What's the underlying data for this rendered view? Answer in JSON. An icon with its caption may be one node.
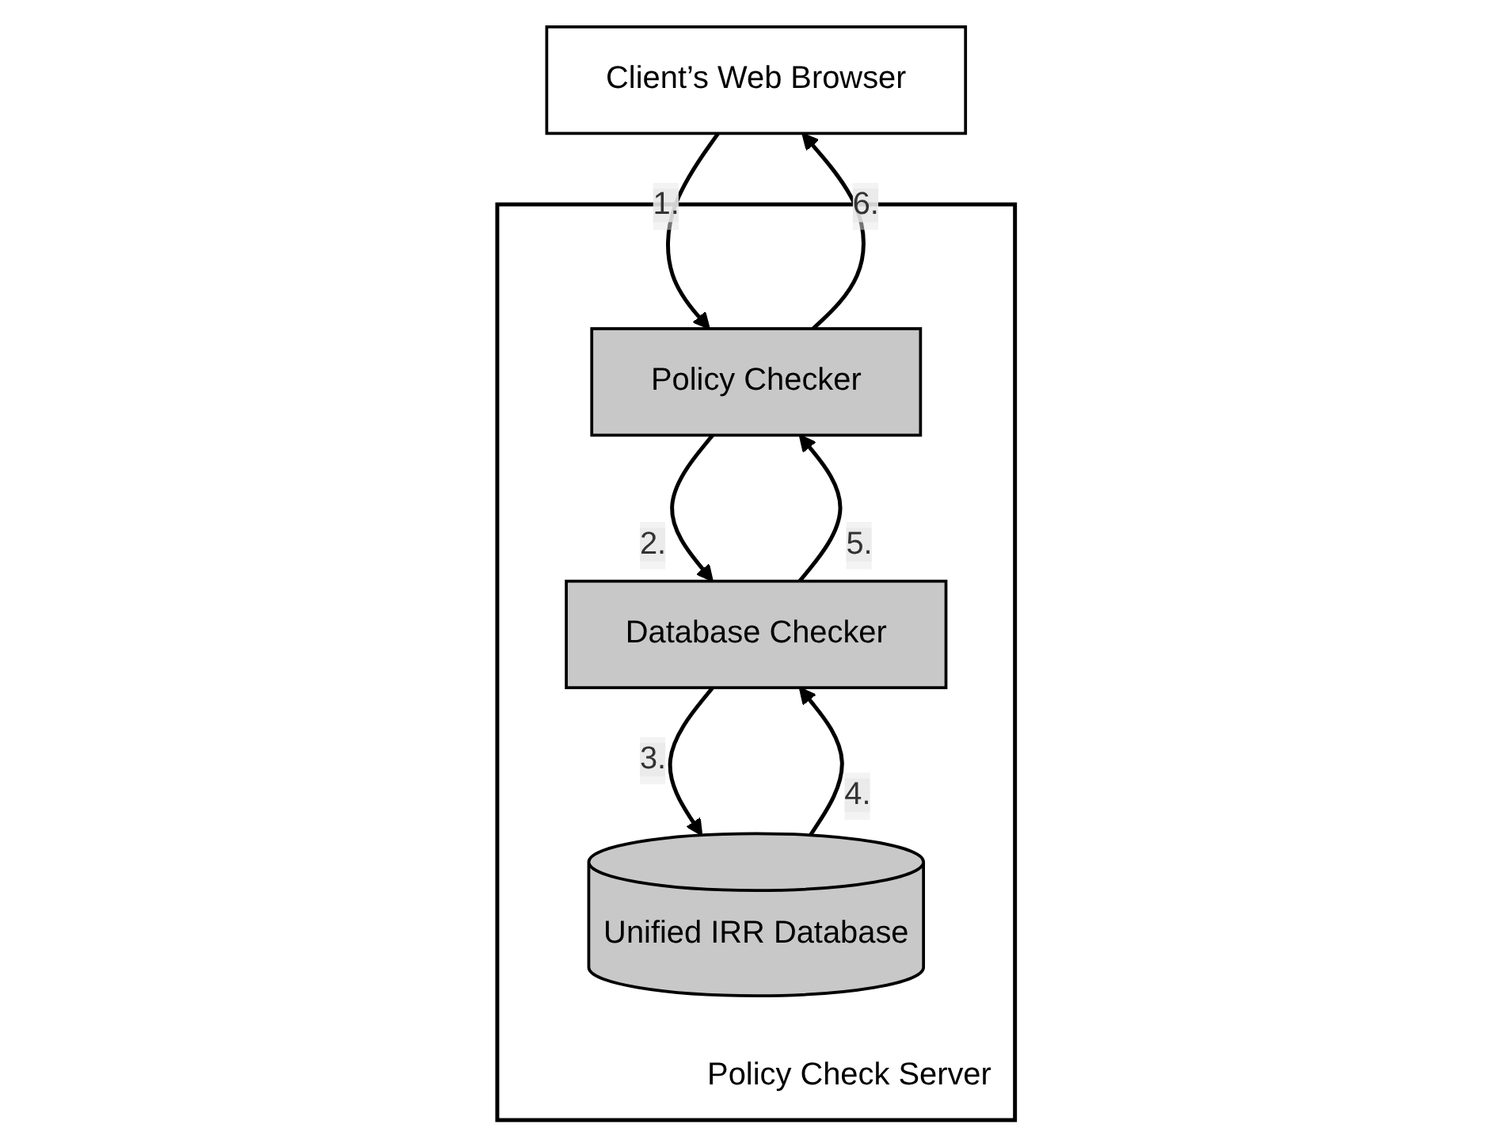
{
  "diagram": {
    "nodes": [
      {
        "text": [
          "Client’s Web Browser"
        ]
      },
      {
        "text": [
          "Policy Check Server"
        ]
      },
      {
        "text": [
          "Policy Checker"
        ],
        "in": 1
      },
      {
        "text": [
          "Database Checker"
        ],
        "in": 1
      },
      {
        "text": [
          "Unified IRR Database"
        ],
        "in": 1
      }
    ],
    "edges": [
      {
        "from": 0,
        "to": 2,
        "arrow": "to",
        "label": "1."
      },
      {
        "from": 2,
        "to": 3,
        "arrow": "to",
        "label": "2."
      },
      {
        "from": 3,
        "to": 4,
        "arrow": "to",
        "label": "3."
      },
      {
        "from": 4,
        "to": 3,
        "arrow": "to",
        "label": "4."
      },
      {
        "from": 3,
        "to": 2,
        "arrow": "to",
        "label": "5."
      },
      {
        "from": 2,
        "to": 0,
        "arrow": "to",
        "label": "6."
      }
    ]
  }
}
